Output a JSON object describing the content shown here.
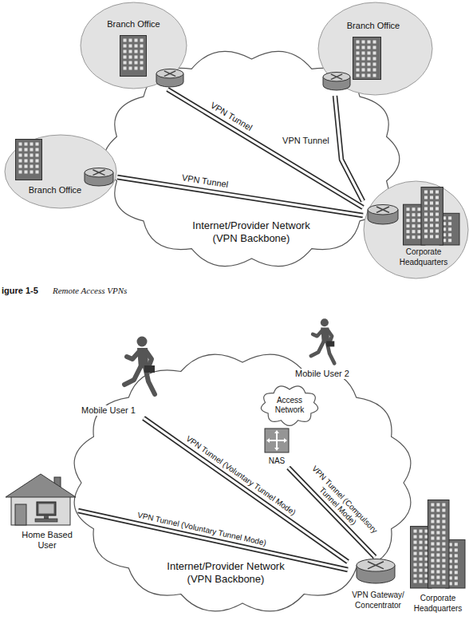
{
  "diagram": {
    "nodes": [
      {
        "text": [
          "Branch Office"
        ]
      },
      {
        "text": [
          "Branch Office"
        ]
      },
      {
        "text": [
          "Branch Office"
        ]
      },
      {
        "text": [
          "Internet/Provider Network (VPN Backbone)"
        ]
      },
      {
        "text": [
          "Corporate Headquarters"
        ]
      },
      {
        "text": [
          "Mobile User 2"
        ]
      },
      {
        "text": [
          "Mobile User 1"
        ]
      },
      {
        "text": [
          "Access Network"
        ]
      },
      {
        "text": [
          "NAS"
        ]
      },
      {
        "text": [
          "Home Based User"
        ]
      },
      {
        "text": [
          "Internet/Provider Network (VPN Backbone)"
        ]
      },
      {
        "text": [
          "VPN Gateway/ Concentrator"
        ]
      },
      {
        "text": [
          "Corporate Headquarters"
        ]
      }
    ],
    "edges": [
      {
        "from": 0,
        "to": 4,
        "arrow": "none",
        "label": "VPN Tunnel"
      },
      {
        "from": 1,
        "to": 4,
        "arrow": "none",
        "label": "VPN Tunnel"
      },
      {
        "from": 2,
        "to": 4,
        "arrow": "none",
        "label": "VPN Tunnel"
      },
      {
        "from": 6,
        "to": 11,
        "arrow": "none",
        "label": "VPN Tunnel (Voluntary Tunnel Mode)"
      },
      {
        "from": 8,
        "to": 11,
        "arrow": "none",
        "label": "VPN Tunnel (Compulsory Tunnel Mode)"
      },
      {
        "from": 9,
        "to": 11,
        "arrow": "none",
        "label": "VPN Tunnel (Voluntary Tunnel Mode)"
      }
    ],
    "labels": [
      "igure 1-5",
      "Remote Access VPNs"
    ]
  }
}
